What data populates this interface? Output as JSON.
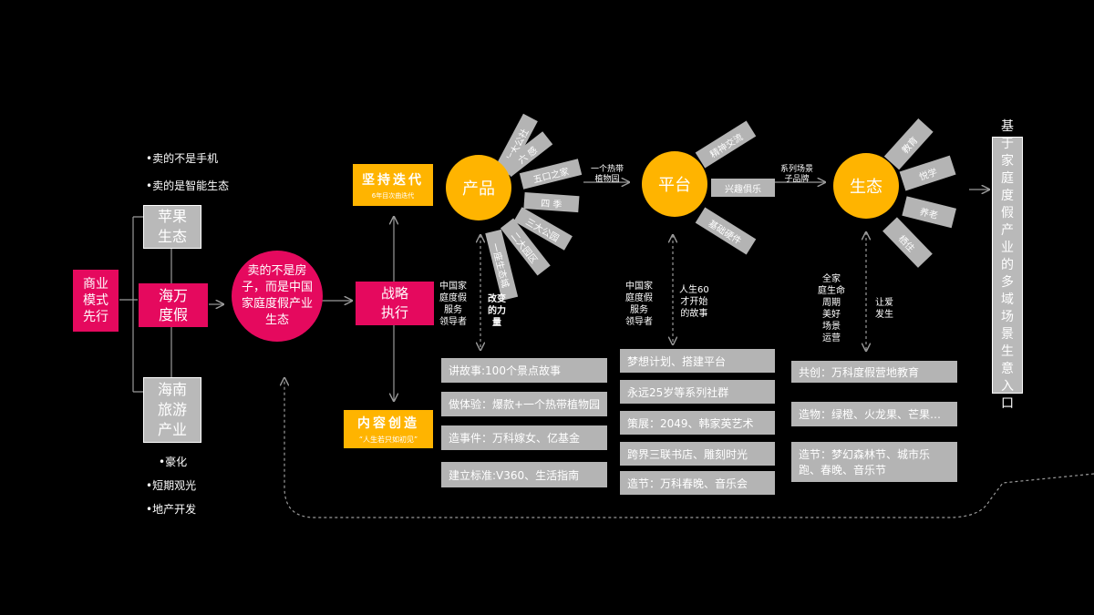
{
  "left": {
    "business_model": "商业模式先行",
    "apple": "苹果生态",
    "wanda": "海万度假",
    "hainan": "海南旅游产业",
    "bullets_top": [
      "•卖的不是手机",
      "•卖的是智能生态"
    ],
    "bullets_bottom": [
      "•豪化",
      "•短期观光",
      "•地产开发"
    ]
  },
  "center_circle": "卖的不是房子，而是中国家庭度假产业生态",
  "strategy": "战略执行",
  "iteration": {
    "title": "坚持迭代",
    "sub": "6年目次曲迭代"
  },
  "content": {
    "title": "内容创造",
    "sub": "“人生若只如初见”"
  },
  "product": {
    "label": "产品",
    "rays": [
      "七大公社",
      "六 感",
      "五口之家",
      "四 季",
      "三大公园",
      "二大园区",
      "一座生态城"
    ],
    "link": [
      "一个热带",
      "植物园"
    ],
    "side_left": [
      "中国家",
      "庭度假",
      "服务",
      "领导者"
    ],
    "side_right": [
      "改变",
      "的力",
      "量"
    ],
    "items": [
      "讲故事:100个景点故事",
      "做体验：爆款+一个热带植物园",
      "造事件：万科嫁女、亿基金",
      "建立标准:V360、生活指南"
    ]
  },
  "platform": {
    "label": "平台",
    "rays": [
      "精神交流",
      "兴趣俱乐",
      "基础硬件"
    ],
    "link": [
      "系列场景",
      "子品牌"
    ],
    "side_left": [
      "中国家",
      "庭度假",
      "服务",
      "领导者"
    ],
    "side_right": [
      "人生60",
      "才开始",
      "的故事"
    ],
    "items": [
      "梦想计划、搭建平台",
      "永远25岁等系列社群",
      "策展：2049、韩家英艺术",
      "跨界三联书店、雕刻时光",
      "造节：万科春晚、音乐会"
    ]
  },
  "ecology": {
    "label": "生态",
    "rays": [
      "教育",
      "悦学",
      "养老",
      "栖住"
    ],
    "side_left": [
      "全家",
      "庭生命",
      "周期",
      "美好",
      "场景",
      "运营"
    ],
    "side_right": [
      "让爱",
      "发生"
    ],
    "items": [
      "共创：万科度假营地教育",
      "造物：绿橙、火龙果、芒果…",
      "造节：梦幻森林节、城市乐跑、春晚、音乐节"
    ]
  },
  "final": "基于家庭度假产业的多域场景生意入口"
}
